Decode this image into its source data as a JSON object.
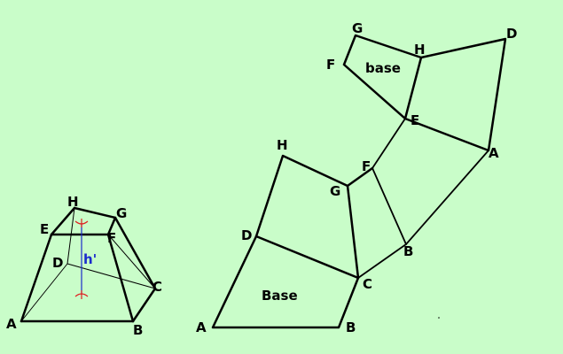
{
  "colors": {
    "background": "#c9fdc9",
    "line": "#000000",
    "height_line": "#1a2acc",
    "marker": "#e02020"
  },
  "frustum": {
    "vertex_labels": {
      "H": "H",
      "G": "G",
      "E": "E",
      "F": "F",
      "D": "D",
      "C": "C",
      "A": "A",
      "B": "B"
    },
    "height_label": "h'"
  },
  "net": {
    "vertex_labels": {
      "G_top": "G",
      "H_top": "H",
      "D_top": "D",
      "F_top": "F",
      "E_mid": "E",
      "A_right": "A",
      "H_left": "H",
      "F_mid": "F",
      "G_mid": "G",
      "D_left": "D",
      "B_mid": "B",
      "C_mid": "C",
      "A_bottom": "A",
      "B_bottom": "B"
    },
    "top_face_label": "base",
    "bottom_face_label": "Base"
  }
}
